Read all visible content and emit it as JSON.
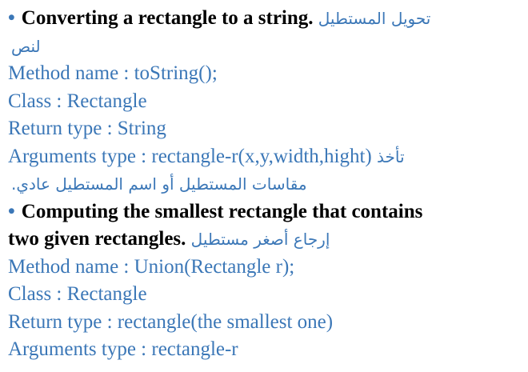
{
  "colors": {
    "text_blue": "#3b77b7",
    "heading_black": "#000000",
    "background": "#ffffff"
  },
  "section1": {
    "bullet": "•",
    "heading": "Converting a rectangle to a string.",
    "arabic_heading": "تحويل المستطيل",
    "arabic_heading_cont": "لنص",
    "method_name": "Method name : toString();",
    "class": "Class : Rectangle",
    "return_type": "Return type : String",
    "arguments_type": "Arguments type : rectangle-r(x,y,width,hight)",
    "arabic_args": "تأخذ",
    "arabic_args_cont": "مقاسات المستطيل أو اسم المستطيل عادي."
  },
  "section2": {
    "bullet": "•",
    "heading_line1": "Computing the smallest rectangle that contains",
    "heading_line2": "two given rectangles.",
    "arabic_heading": "إرجاع أصغر مستطيل",
    "method_name": "Method name : Union(Rectangle r);",
    "class": "Class : Rectangle",
    "return_type": "Return type : rectangle(the smallest one)",
    "arguments_type": "Arguments type : rectangle-r"
  }
}
